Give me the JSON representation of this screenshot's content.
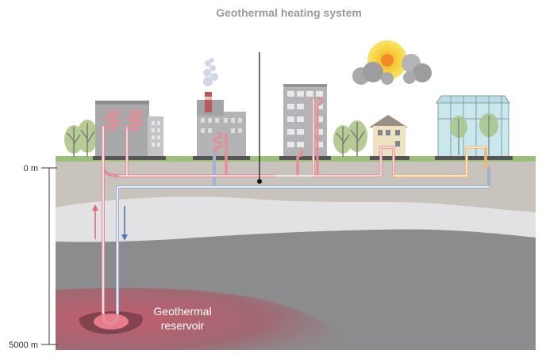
{
  "title": "Geothermal heating system",
  "depth_top_label": "0 m",
  "depth_bottom_label": "5000 m",
  "reservoir_label_line1": "Geothermal",
  "reservoir_label_line2": "reservoir",
  "colors": {
    "hot_pipe": "#e28f97",
    "cold_pipe": "#9fb2cf",
    "warm_pipe": "#f0b66e",
    "soil": "#c9c3bd",
    "rock_light": "#e2e2e4",
    "rock_dark": "#8c8c8e",
    "reservoir": "#b85a6a",
    "grass": "#9cbf7a",
    "title": "#9a9a9a"
  }
}
